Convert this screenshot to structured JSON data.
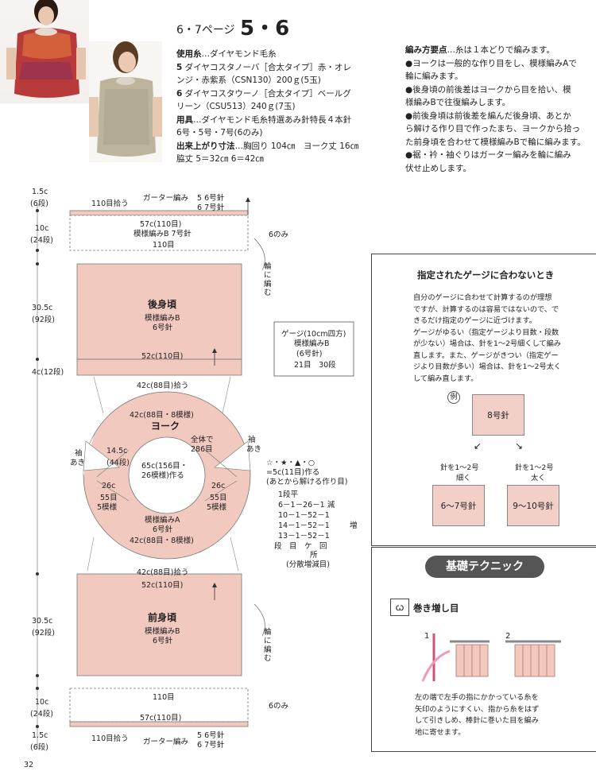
{
  "header": {
    "page_ref": "6・7ページ",
    "number": "5・6"
  },
  "materials": {
    "yarn_label": "使用糸",
    "yarn_brand": "ダイヤモンド毛糸",
    "item5_num": "5",
    "item5_text1": "ダイヤコスタノーバ［合太タイプ］赤・オレ",
    "item5_text2": "ンジ・赤紫系（CSN130）200ｇ(5玉)",
    "item6_num": "6",
    "item6_text1": "ダイヤコスタウーノ［合太タイプ］ベールグ",
    "item6_text2": "リーン（CSU513）240ｇ(7玉)",
    "tools_label": "用具",
    "tools_text1": "ダイヤモンド毛糸特選あみ針特長４本針",
    "tools_text2": "6号・5号・7号(6のみ)",
    "size_label": "出来上がり寸法",
    "size_text1": "胸回り 104㎝　ヨーク丈 16㎝",
    "size_text2": "脇丈 5＝32㎝ 6＝42㎝"
  },
  "points": {
    "title": "編み方要点",
    "line1": "糸は１本どりで編みます。",
    "b1a": "●ヨークは一般的な作り目をし、模様編みAで",
    "b1b": "輪に編みます。",
    "b2a": "●後身頃の前後差はヨークから目を拾い、模",
    "b2b": "様編みBで往復編みします。",
    "b3a": "●前後身頃は前後差を編んだ後身頃、あとか",
    "b3b": "ら解ける作り目で作ったまち、ヨークから拾っ",
    "b3c": "た前身頃を合わせて模様編みBで輪に編みます。",
    "b4a": "●裾・衿・袖ぐりはガーター編みを輪に編み",
    "b4b": "伏せ止めします。"
  },
  "diagram": {
    "top_border": "110目拾う",
    "top_garter": "ガーター編み",
    "needle_56": "5 6号針",
    "needle_67": "6 7号針",
    "top_hem_width": "57c(110目)",
    "top_hem_pattern": "模様編みB 7号針",
    "top_hem_sts": "110目",
    "only6": "6のみ",
    "in_round": "輪に編む",
    "left_15": "1.5c",
    "left_6": "(6段)",
    "left_10": "10c",
    "left_24": "(24段)",
    "left_305": "30.5c",
    "left_92": "(92段)",
    "left_4": "4c(12段)",
    "back_title": "後身頃",
    "back_pattern": "模様編みB",
    "back_needle": "6号針",
    "back_width": "52c(110目)",
    "pick_42": "42c(88目)拾う",
    "gauge_title": "ゲージ(10cm四方)",
    "gauge_pattern": "模様編みB",
    "gauge_needle": "(6号針)",
    "gauge_count": "21目　30段",
    "yoke_top": "42c(88目・8模様)",
    "yoke_title": "ヨーク",
    "yoke_total": "全体で",
    "yoke_total2": "286目",
    "yoke_cast": "65c(156目・",
    "yoke_cast2": "26模様)作る",
    "sleeve_left": "袖",
    "sleeve_left2": "あき",
    "sleeve_145": "14.5c",
    "sleeve_44": "(44段)",
    "yoke_side": "26c",
    "yoke_side2": "55目",
    "yoke_side3": "5模様",
    "yoke_pattern": "模様編みA",
    "yoke_needle": "6号針",
    "yoke_bottom": "42c(88目・8模様)",
    "cast_note1": "☆・★・▲・○",
    "cast_note2": "=5c(11目)作る",
    "cast_note3": "(あとから解ける作り目)",
    "inc_1": "1段平",
    "inc_2": "6－1－26－1 減",
    "inc_3": "10－1－52－1",
    "inc_4": "14－1－52－1",
    "inc_5": "13－1－52－1",
    "inc_mark": "増",
    "inc_legend1": "段　目　ケ　回",
    "inc_legend2": "所",
    "inc_legend3": "(分散増減目)",
    "front_title": "前身頃",
    "front_pattern": "模様編みB",
    "front_needle": "6号針",
    "front_top": "42c(88目)拾う",
    "front_width": "52c(110目)",
    "front_305": "30.5c",
    "front_92": "(92段)",
    "bottom_110": "110目",
    "bottom_10": "10c",
    "bottom_24": "(24段)",
    "bottom_57": "57c(110目)",
    "bottom_15": "1.5c",
    "bottom_6": "(6段)",
    "bottom_pick": "110目拾う",
    "bottom_garter": "ガーター編み",
    "page_number": "32"
  },
  "gauge_panel": {
    "title": "指定されたゲージに合わないとき",
    "p1": "自分のゲージに合わせて計算するのが理想",
    "p2": "ですが、計算するのは容易ではないので、で",
    "p3": "きるだけ指定のゲージに近づけます。",
    "p4": "ゲージがゆるい（指定ゲージより目数・段数",
    "p5": "が少ない）場合は、針を1～2号細くして編み",
    "p6": "直します。また、ゲージがきつい（指定ゲー",
    "p7": "ジより目数が多い）場合は、針を1～2号太く",
    "p8": "して編み直します。",
    "example": "例",
    "needle8": "8号針",
    "thinner": "針を1～2号",
    "thinner2": "細く",
    "thicker": "針を1～2号",
    "thicker2": "太く",
    "needle67": "6～7号針",
    "needle910": "9～10号針"
  },
  "technique": {
    "banner": "基礎テクニック",
    "title": "巻き増し目",
    "step1": "1",
    "step2": "2",
    "desc1": "左の端で左手の指にかかっている糸を",
    "desc2": "矢印のようにすくい、指から糸をはず",
    "desc3": "して引きしめ、棒針に巻いた目を編み",
    "desc4": "地に寄せます。"
  }
}
